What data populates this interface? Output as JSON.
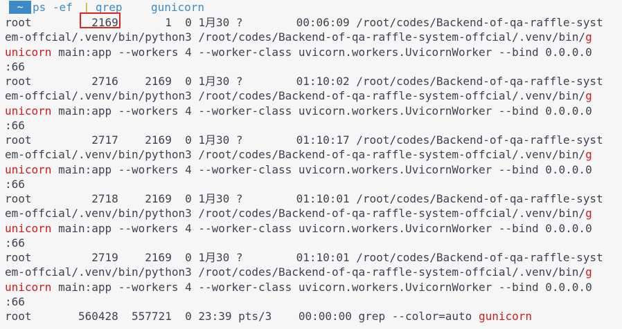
{
  "prompt": {
    "badge": "~",
    "command": "ps -ef",
    "pipe": "|",
    "grep": "grep",
    "pattern": "gunicorn"
  },
  "lines": [
    {
      "pre": "root         2169       1  0 1月30 ?        00:06:09 /root/codes/Backend-of-qa-raffle-syst",
      "hl": "",
      "post": ""
    },
    {
      "pre": "em-offcial/.venv/bin/python3 /root/codes/Backend-of-qa-raffle-system-offcial/.venv/bin/",
      "hl": "g",
      "post": ""
    },
    {
      "pre": "",
      "hl": "unicorn",
      "post": " main:app --workers 4 --worker-class uvicorn.workers.UvicornWorker --bind 0.0.0.0"
    },
    {
      "pre": ":66",
      "hl": "",
      "post": ""
    },
    {
      "pre": "root         2716    2169  0 1月30 ?        01:10:02 /root/codes/Backend-of-qa-raffle-syst",
      "hl": "",
      "post": ""
    },
    {
      "pre": "em-offcial/.venv/bin/python3 /root/codes/Backend-of-qa-raffle-system-offcial/.venv/bin/",
      "hl": "g",
      "post": ""
    },
    {
      "pre": "",
      "hl": "unicorn",
      "post": " main:app --workers 4 --worker-class uvicorn.workers.UvicornWorker --bind 0.0.0.0"
    },
    {
      "pre": ":66",
      "hl": "",
      "post": ""
    },
    {
      "pre": "root         2717    2169  0 1月30 ?        01:10:17 /root/codes/Backend-of-qa-raffle-syst",
      "hl": "",
      "post": ""
    },
    {
      "pre": "em-offcial/.venv/bin/python3 /root/codes/Backend-of-qa-raffle-system-offcial/.venv/bin/",
      "hl": "g",
      "post": ""
    },
    {
      "pre": "",
      "hl": "unicorn",
      "post": " main:app --workers 4 --worker-class uvicorn.workers.UvicornWorker --bind 0.0.0.0"
    },
    {
      "pre": ":66",
      "hl": "",
      "post": ""
    },
    {
      "pre": "root         2718    2169  0 1月30 ?        01:10:01 /root/codes/Backend-of-qa-raffle-syst",
      "hl": "",
      "post": ""
    },
    {
      "pre": "em-offcial/.venv/bin/python3 /root/codes/Backend-of-qa-raffle-system-offcial/.venv/bin/",
      "hl": "g",
      "post": ""
    },
    {
      "pre": "",
      "hl": "unicorn",
      "post": " main:app --workers 4 --worker-class uvicorn.workers.UvicornWorker --bind 0.0.0.0"
    },
    {
      "pre": ":66",
      "hl": "",
      "post": ""
    },
    {
      "pre": "root         2719    2169  0 1月30 ?        01:10:01 /root/codes/Backend-of-qa-raffle-syst",
      "hl": "",
      "post": ""
    },
    {
      "pre": "em-offcial/.venv/bin/python3 /root/codes/Backend-of-qa-raffle-system-offcial/.venv/bin/",
      "hl": "g",
      "post": ""
    },
    {
      "pre": "",
      "hl": "unicorn",
      "post": " main:app --workers 4 --worker-class uvicorn.workers.UvicornWorker --bind 0.0.0.0"
    },
    {
      "pre": ":66",
      "hl": "",
      "post": ""
    },
    {
      "pre": "root       560428  557721  0 23:39 pts/3    00:00:00 grep --color=auto ",
      "hl": "gunicorn",
      "post": ""
    }
  ],
  "colors": {
    "background": "#f6f6f6",
    "text": "#3e4150",
    "match": "#d11a1a",
    "prompt": "#3d8ac9",
    "annotation_box": "#e5231c"
  }
}
